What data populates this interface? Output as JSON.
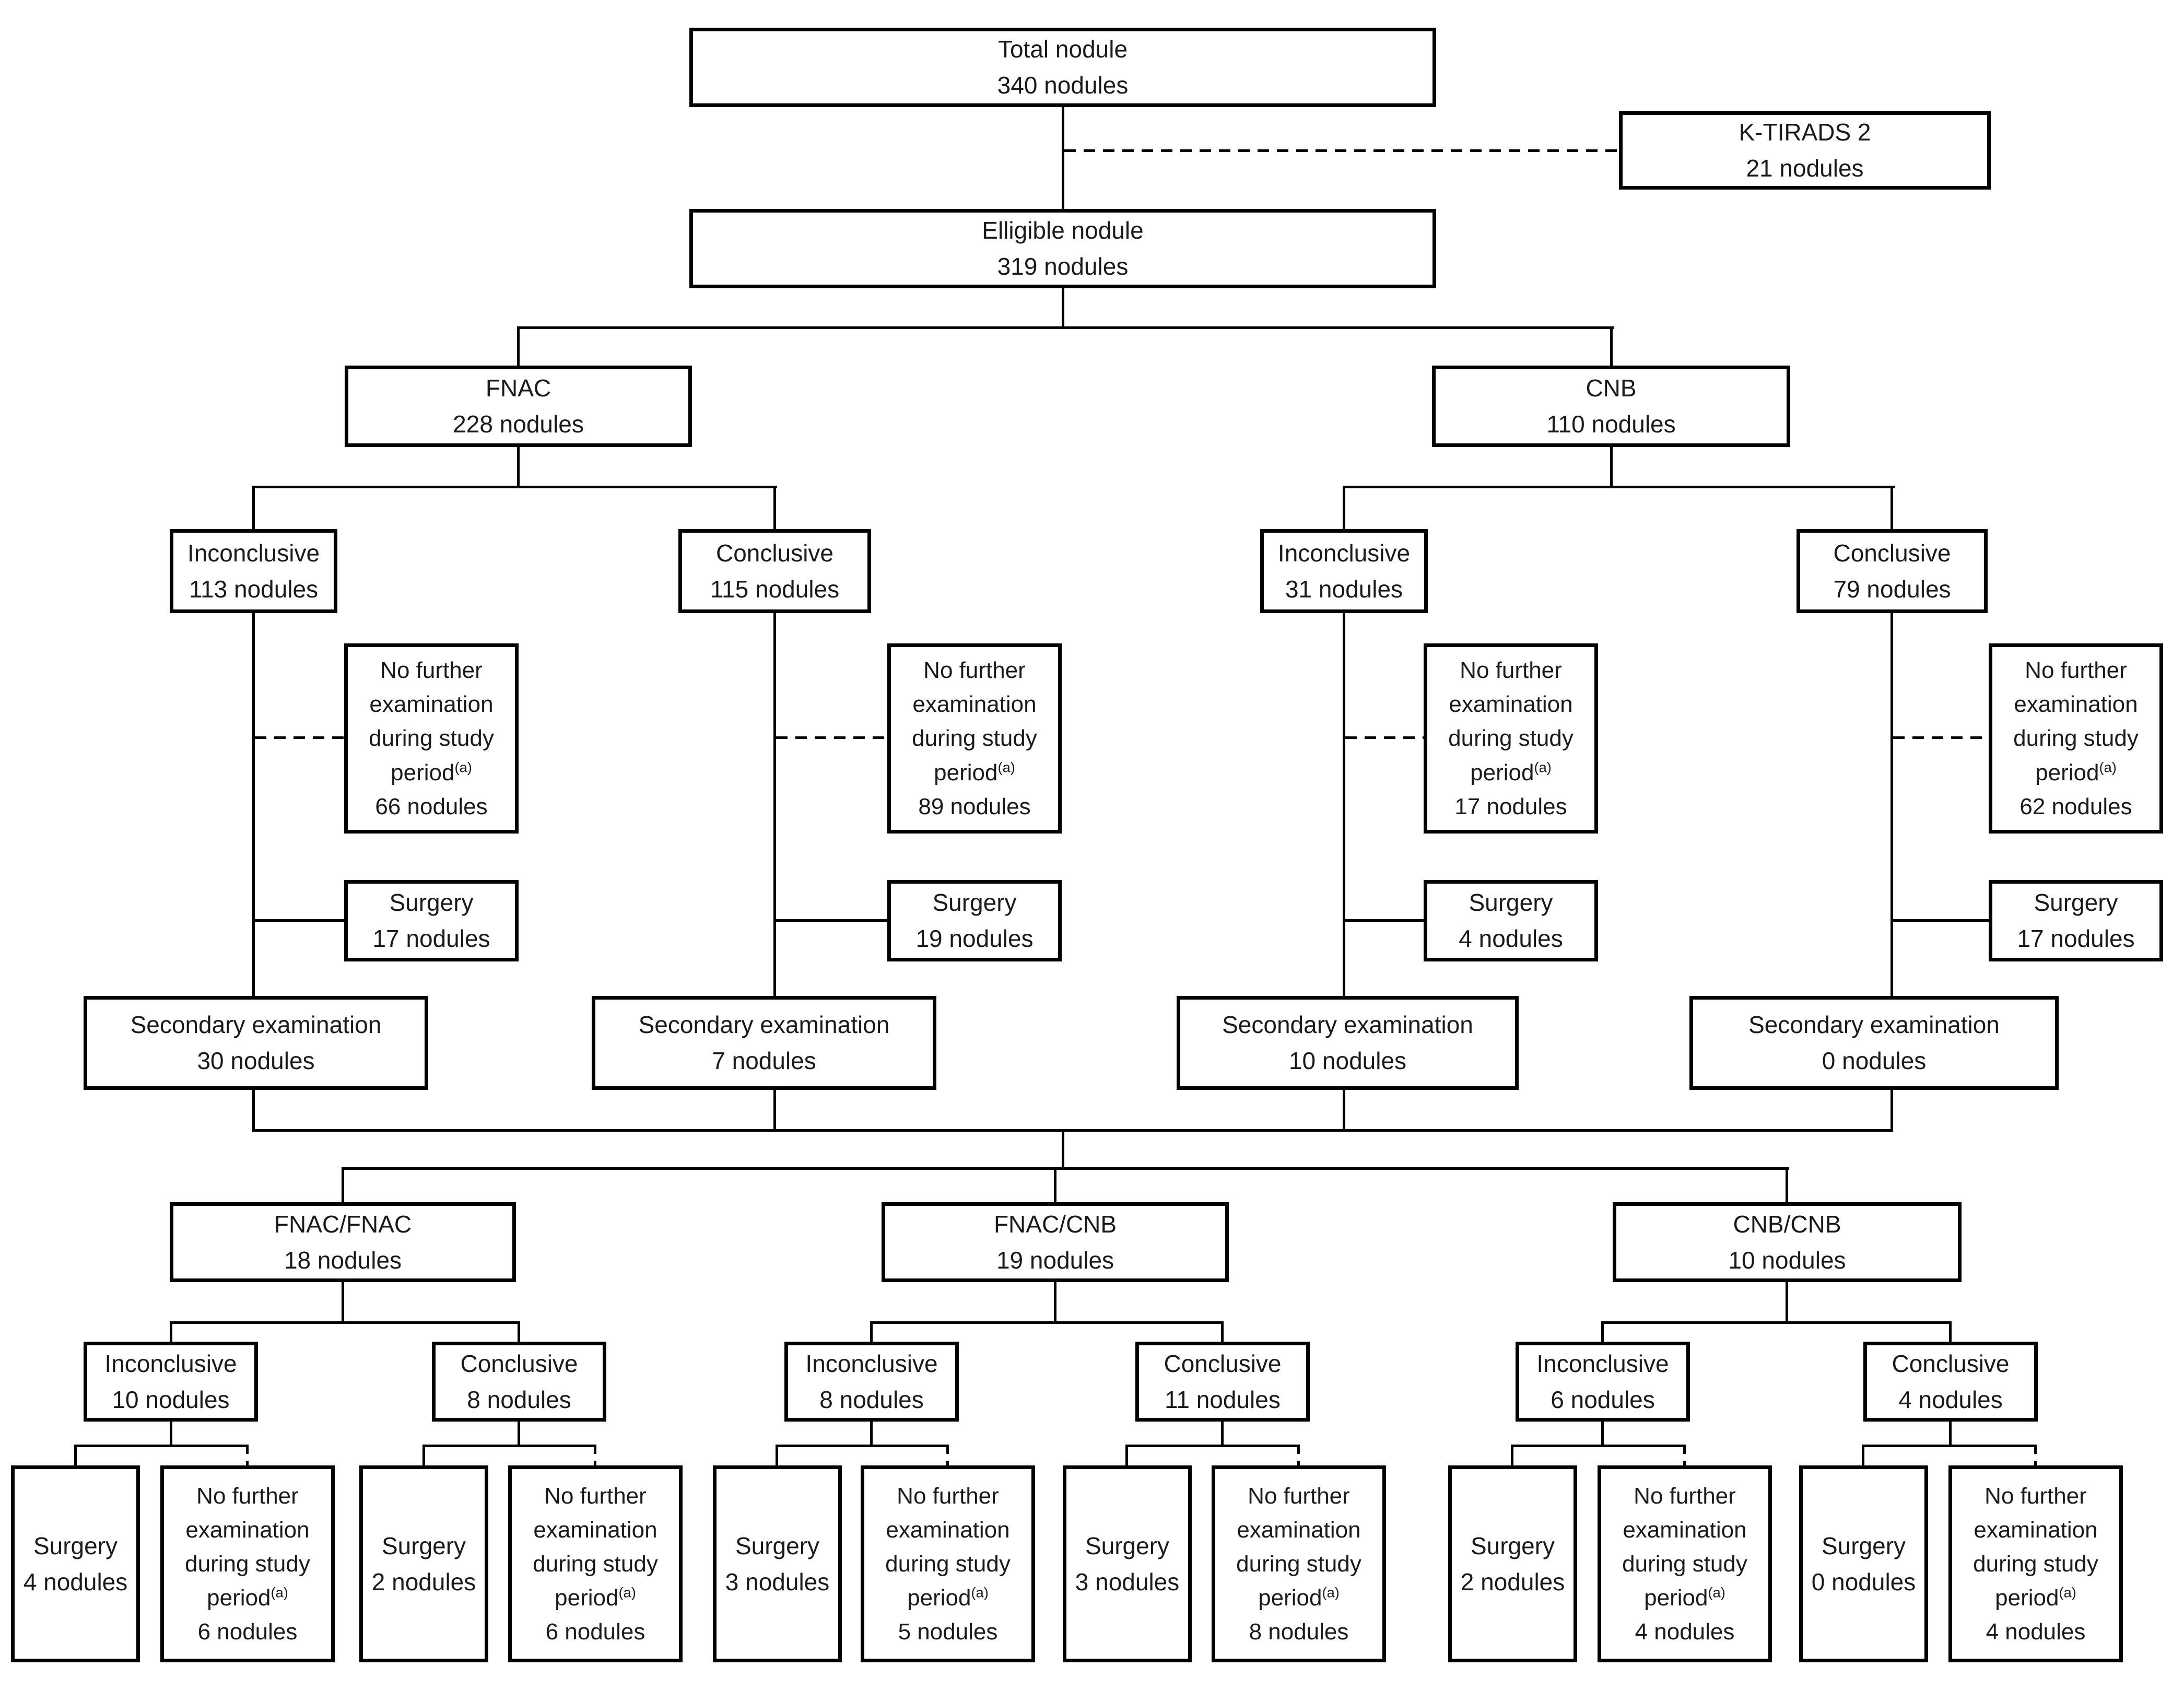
{
  "figure": {
    "type": "flowchart",
    "footnote_marker": "(a)"
  },
  "nodes": {
    "total": {
      "label": "Total nodule",
      "count": "340 nodules"
    },
    "ktirads2": {
      "label": "K-TIRADS 2",
      "count": "21 nodules"
    },
    "eligible": {
      "label": "Elligible nodule",
      "count": "319 nodules"
    },
    "fnac": {
      "label": "FNAC",
      "count": "228 nodules"
    },
    "cnb": {
      "label": "CNB",
      "count": "110 nodules"
    },
    "fnac_inconclusive": {
      "label": "Inconclusive",
      "count": "113 nodules"
    },
    "fnac_conclusive": {
      "label": "Conclusive",
      "count": "115 nodules"
    },
    "cnb_inconclusive": {
      "label": "Inconclusive",
      "count": "31 nodules"
    },
    "cnb_conclusive": {
      "label": "Conclusive",
      "count": "79 nodules"
    },
    "fnac_inc_nofurther": {
      "label": "No further examination during study period",
      "sup": "(a)",
      "count": "66 nodules"
    },
    "fnac_con_nofurther": {
      "label": "No further examination during study period",
      "sup": "(a)",
      "count": "89 nodules"
    },
    "cnb_inc_nofurther": {
      "label": "No further examination during study period",
      "sup": "(a)",
      "count": "17 nodules"
    },
    "cnb_con_nofurther": {
      "label": "No further examination during study period",
      "sup": "(a)",
      "count": "62 nodules"
    },
    "fnac_inc_surgery": {
      "label": "Surgery",
      "count": "17 nodules"
    },
    "fnac_con_surgery": {
      "label": "Surgery",
      "count": "19 nodules"
    },
    "cnb_inc_surgery": {
      "label": "Surgery",
      "count": "4 nodules"
    },
    "cnb_con_surgery": {
      "label": "Surgery",
      "count": "17 nodules"
    },
    "fnac_inc_secondary": {
      "label": "Secondary examination",
      "count": "30 nodules"
    },
    "fnac_con_secondary": {
      "label": "Secondary examination",
      "count": "7 nodules"
    },
    "cnb_inc_secondary": {
      "label": "Secondary examination",
      "count": "10 nodules"
    },
    "cnb_con_secondary": {
      "label": "Secondary examination",
      "count": "0 nodules"
    },
    "fnac_fnac": {
      "label": "FNAC/FNAC",
      "count": "18 nodules"
    },
    "fnac_cnb": {
      "label": "FNAC/CNB",
      "count": "19 nodules"
    },
    "cnb_cnb": {
      "label": "CNB/CNB",
      "count": "10 nodules"
    },
    "ff_inconclusive": {
      "label": "Inconclusive",
      "count": "10 nodules"
    },
    "ff_conclusive": {
      "label": "Conclusive",
      "count": "8 nodules"
    },
    "fc_inconclusive": {
      "label": "Inconclusive",
      "count": "8 nodules"
    },
    "fc_conclusive": {
      "label": "Conclusive",
      "count": "11 nodules"
    },
    "cc_inconclusive": {
      "label": "Inconclusive",
      "count": "6 nodules"
    },
    "cc_conclusive": {
      "label": "Conclusive",
      "count": "4 nodules"
    },
    "ff_inc_surgery": {
      "label": "Surgery",
      "count": "4 nodules"
    },
    "ff_inc_nofurther": {
      "label": "No further examination during study period",
      "sup": "(a)",
      "count": "6 nodules"
    },
    "ff_con_surgery": {
      "label": "Surgery",
      "count": "2 nodules"
    },
    "ff_con_nofurther": {
      "label": "No further examination during study period",
      "sup": "(a)",
      "count": "6 nodules"
    },
    "fc_inc_surgery": {
      "label": "Surgery",
      "count": "3 nodules"
    },
    "fc_inc_nofurther": {
      "label": "No further examination during study period",
      "sup": "(a)",
      "count": "5 nodules"
    },
    "fc_con_surgery": {
      "label": "Surgery",
      "count": "3 nodules"
    },
    "fc_con_nofurther": {
      "label": "No further examination during study period",
      "sup": "(a)",
      "count": "8 nodules"
    },
    "cc_inc_surgery": {
      "label": "Surgery",
      "count": "2 nodules"
    },
    "cc_inc_nofurther": {
      "label": "No further examination during study period",
      "sup": "(a)",
      "count": "4 nodules"
    },
    "cc_con_surgery": {
      "label": "Surgery",
      "count": "0 nodules"
    },
    "cc_con_nofurther": {
      "label": "No further examination during study period",
      "sup": "(a)",
      "count": "4 nodules"
    }
  }
}
